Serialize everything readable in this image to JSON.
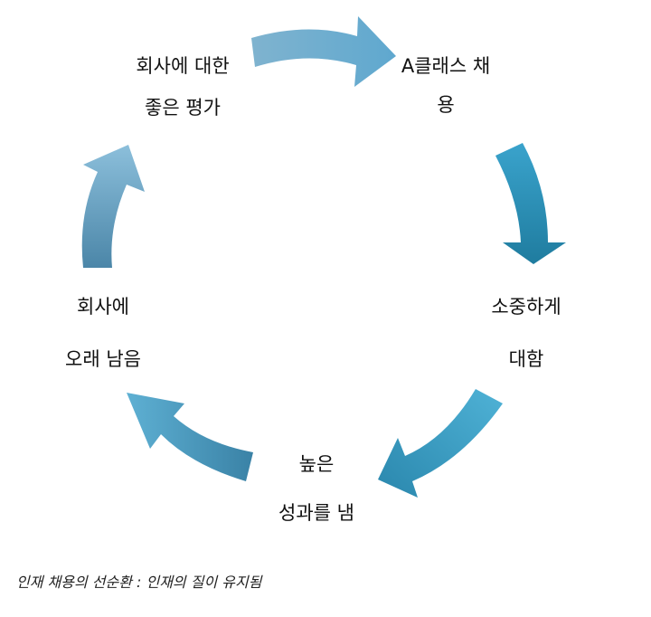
{
  "nodes": [
    {
      "id": "a-class-hiring",
      "lines": [
        "A클래스 채",
        "용"
      ]
    },
    {
      "id": "treat-preciously",
      "lines": [
        "소중하게",
        "대함"
      ]
    },
    {
      "id": "high-performance",
      "lines": [
        "높은",
        "성과를 냄"
      ]
    },
    {
      "id": "stay-long",
      "lines": [
        "회사에",
        "오래 남음"
      ]
    },
    {
      "id": "good-reputation",
      "lines": [
        "회사에 대한",
        "좋은 평가"
      ]
    }
  ],
  "caption": "인재 채용의 선순환 : 인재의 질이 유지됨",
  "colors": {
    "arrow_light": "#a9cbe0",
    "arrow_mid": "#4fa9cc",
    "arrow_dark": "#1f7fa6",
    "text": "#111111"
  }
}
